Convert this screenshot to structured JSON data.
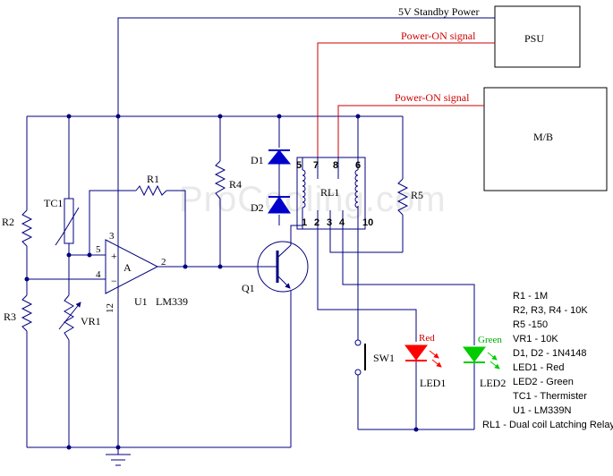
{
  "watermark": "ProCooling.com",
  "blocks": {
    "psu": "PSU",
    "mb": "M/B"
  },
  "wire_labels": {
    "standby": "5V Standby Power",
    "power_on_psu": "Power-ON signal",
    "power_on_mb": "Power-ON signal"
  },
  "components": {
    "tc1": "TC1",
    "r1": "R1",
    "r2": "R2",
    "r3": "R3",
    "r4": "R4",
    "r5": "R5",
    "vr1": "VR1",
    "d1": "D1",
    "d2": "D2",
    "rl1": "RL1",
    "q1": "Q1",
    "sw1": "SW1",
    "led1": "LED1",
    "led2": "LED2",
    "led1_color": "Red",
    "led2_color": "Green",
    "u1": "U1",
    "u1_part": "LM339",
    "opamp": "A"
  },
  "pins": {
    "u1_plus": "+",
    "u1_minus": "−",
    "u1_in_plus": "5",
    "u1_in_minus": "4",
    "u1_out": "2",
    "u1_vcc": "3",
    "u1_gnd": "12",
    "rl1_5": "5",
    "rl1_7": "7",
    "rl1_8": "8",
    "rl1_6": "6",
    "rl1_1": "1",
    "rl1_2": "2",
    "rl1_3": "3",
    "rl1_4": "4",
    "rl1_10": "10"
  },
  "parts_list": [
    "R1 - 1M",
    "R2, R3, R4 - 10K",
    "R5 -150",
    "VR1 - 10K",
    "D1, D2 - 1N4148",
    "LED1 - Red",
    "LED2 - Green",
    "TC1 - Thermister",
    "U1 - LM339N",
    "RL1 - Dual coil Latching Relay"
  ],
  "colors": {
    "wire": "#000080",
    "signal": "#cc0000",
    "diode": "#0000cc",
    "led_red": "#ff0000",
    "led_green": "#00cc00"
  }
}
